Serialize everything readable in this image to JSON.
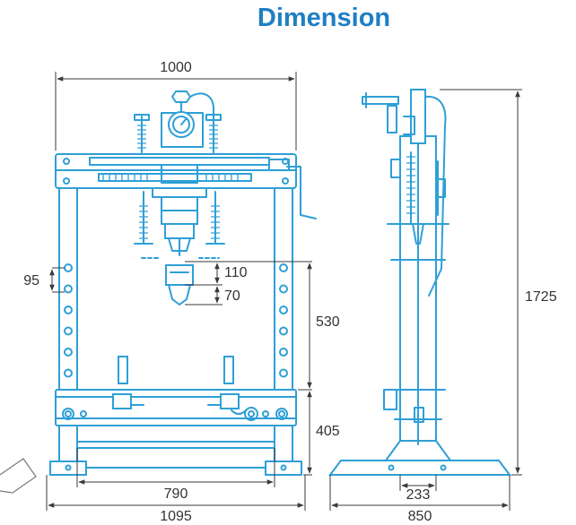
{
  "title": "Dimension",
  "colors": {
    "title": "#1e7fc4",
    "machine": "#2e9fd6",
    "dimension_line": "#3a3a3a"
  },
  "dimensions": {
    "overall_width_top": "1000",
    "hole_spacing": "95",
    "stroke_1": "110",
    "stroke_2": "70",
    "working_height": "530",
    "table_height": "405",
    "inner_base_width": "790",
    "outer_base_width": "1095",
    "overall_height": "1725",
    "side_inner_width": "233",
    "side_base_width": "850"
  }
}
